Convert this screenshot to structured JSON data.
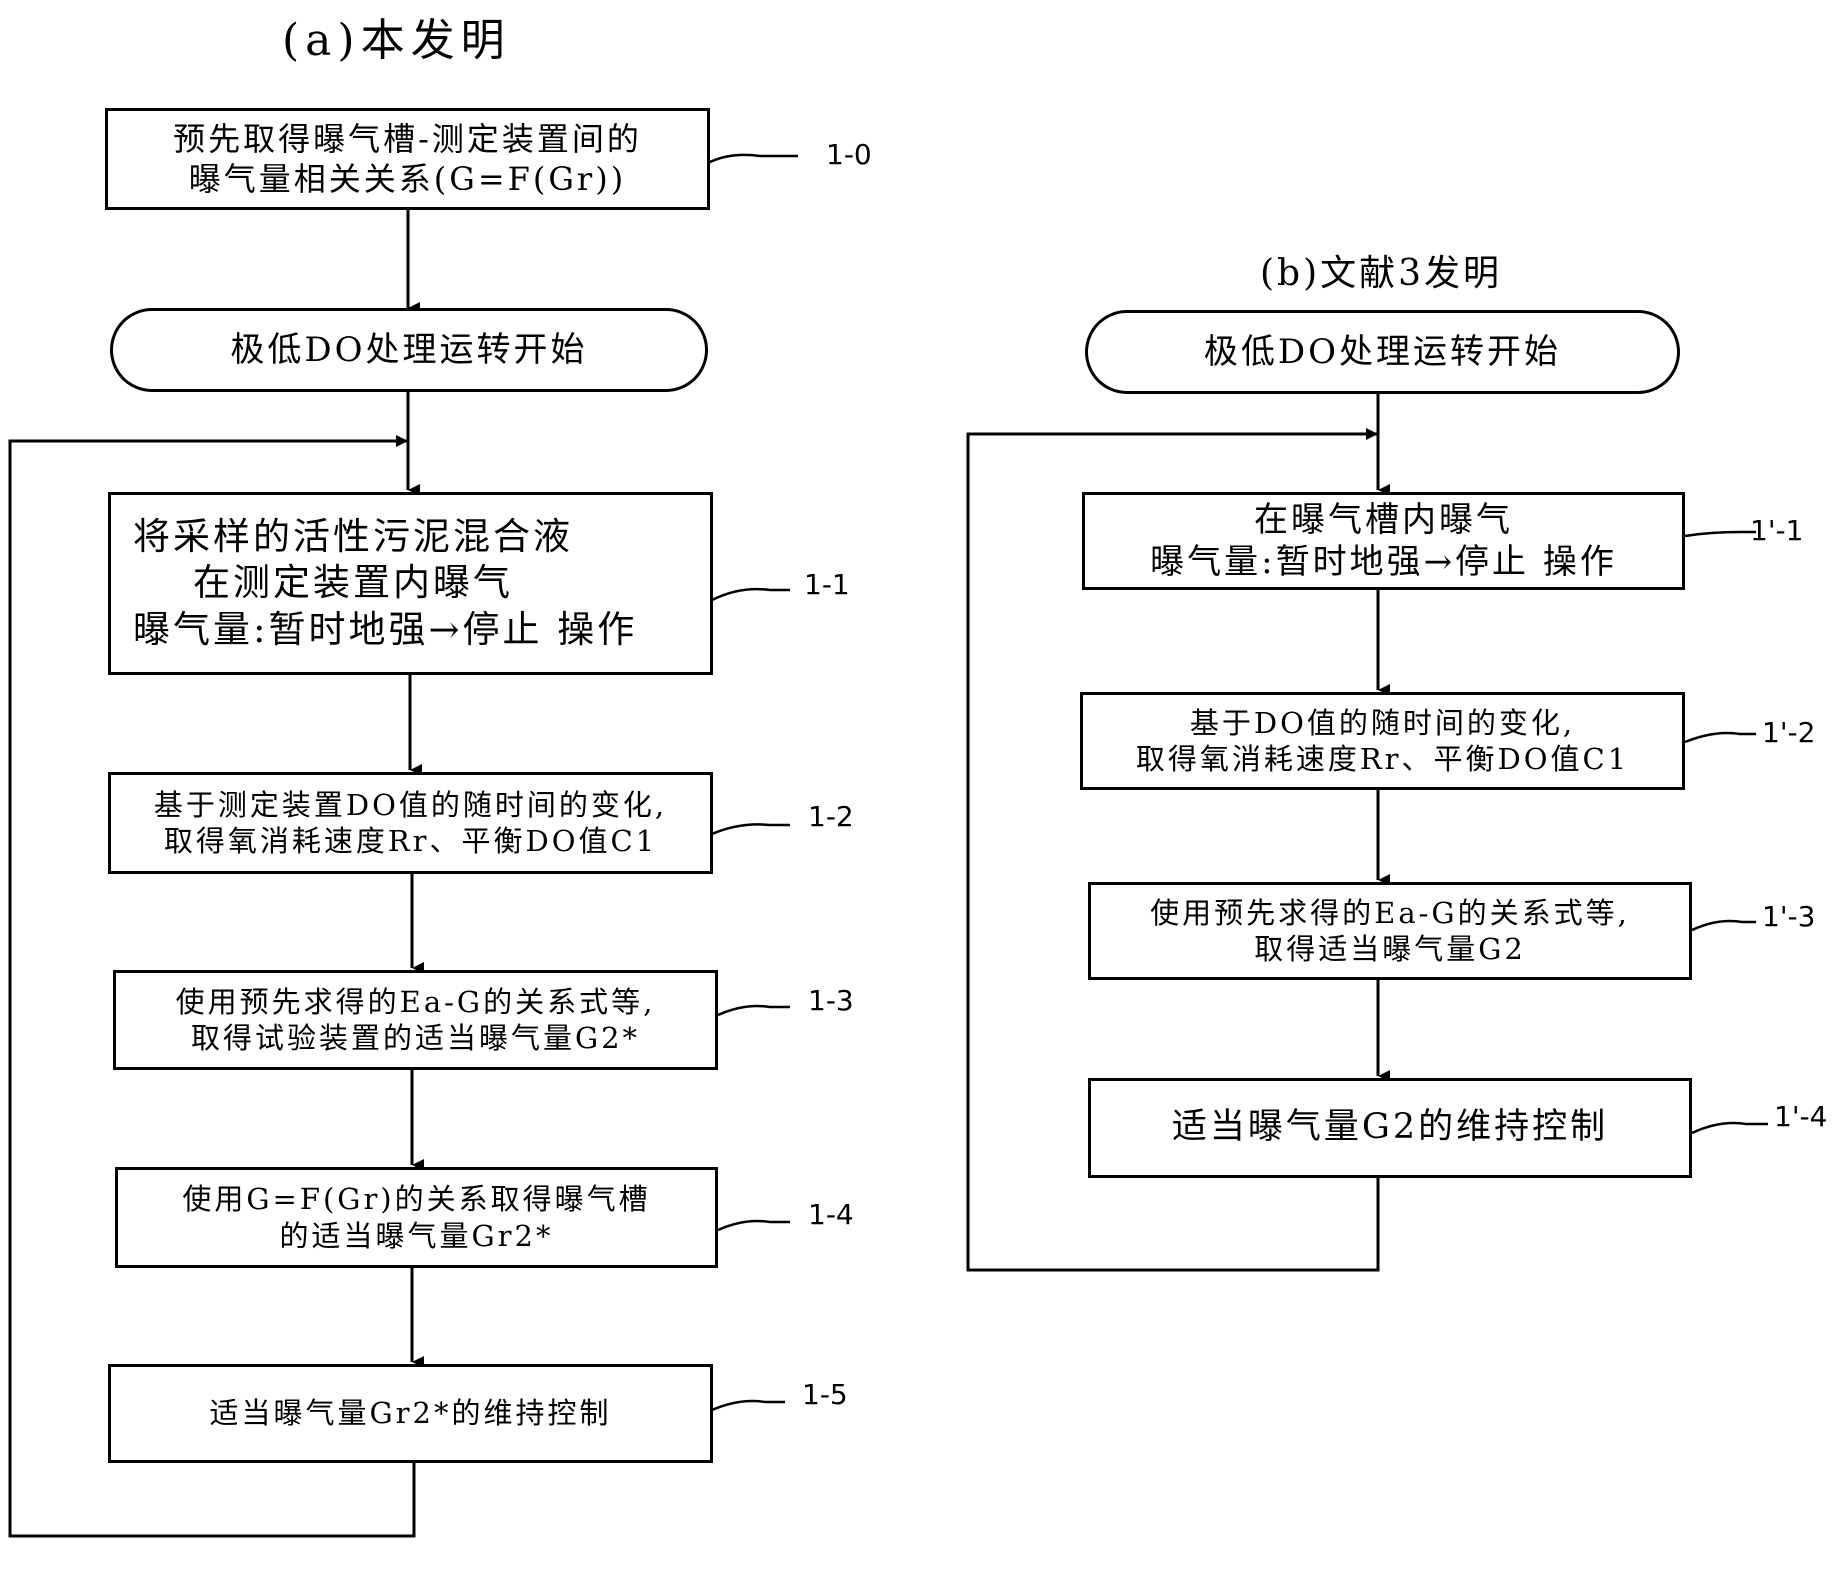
{
  "left": {
    "title": "(a)本发明",
    "steps": [
      {
        "lines": [
          "预先取得曝气槽-测定装置间的",
          "曝气量相关关系(G=F(Gr))"
        ],
        "label": "1-0"
      },
      {
        "lines": [
          "极低DO处理运转开始"
        ],
        "label": ""
      },
      {
        "lines": [
          "将采样的活性污泥混合液",
          "在测定装置内曝气",
          "曝气量:暂时地强→停止 操作"
        ],
        "label": "1-1"
      },
      {
        "lines": [
          "基于测定装置DO值的随时间的变化,",
          "取得氧消耗速度Rr、平衡DO值C1"
        ],
        "label": "1-2"
      },
      {
        "lines": [
          "使用预先求得的Ea-G的关系式等,",
          "取得试验装置的适当曝气量G2*"
        ],
        "label": "1-3"
      },
      {
        "lines": [
          "使用G=F(Gr)的关系取得曝气槽",
          "的适当曝气量Gr2*"
        ],
        "label": "1-4"
      },
      {
        "lines": [
          "适当曝气量Gr2*的维持控制"
        ],
        "label": "1-5"
      }
    ]
  },
  "right": {
    "title": "(b)文献3发明",
    "steps": [
      {
        "lines": [
          "极低DO处理运转开始"
        ],
        "label": ""
      },
      {
        "lines": [
          "在曝气槽内曝气",
          "曝气量:暂时地强→停止 操作"
        ],
        "label": "1'-1"
      },
      {
        "lines": [
          "基于DO值的随时间的变化,",
          "取得氧消耗速度Rr、平衡DO值C1"
        ],
        "label": "1'-2"
      },
      {
        "lines": [
          "使用预先求得的Ea-G的关系式等,",
          "取得适当曝气量G2"
        ],
        "label": "1'-3"
      },
      {
        "lines": [
          "适当曝气量G2的维持控制"
        ],
        "label": "1'-4"
      }
    ]
  }
}
